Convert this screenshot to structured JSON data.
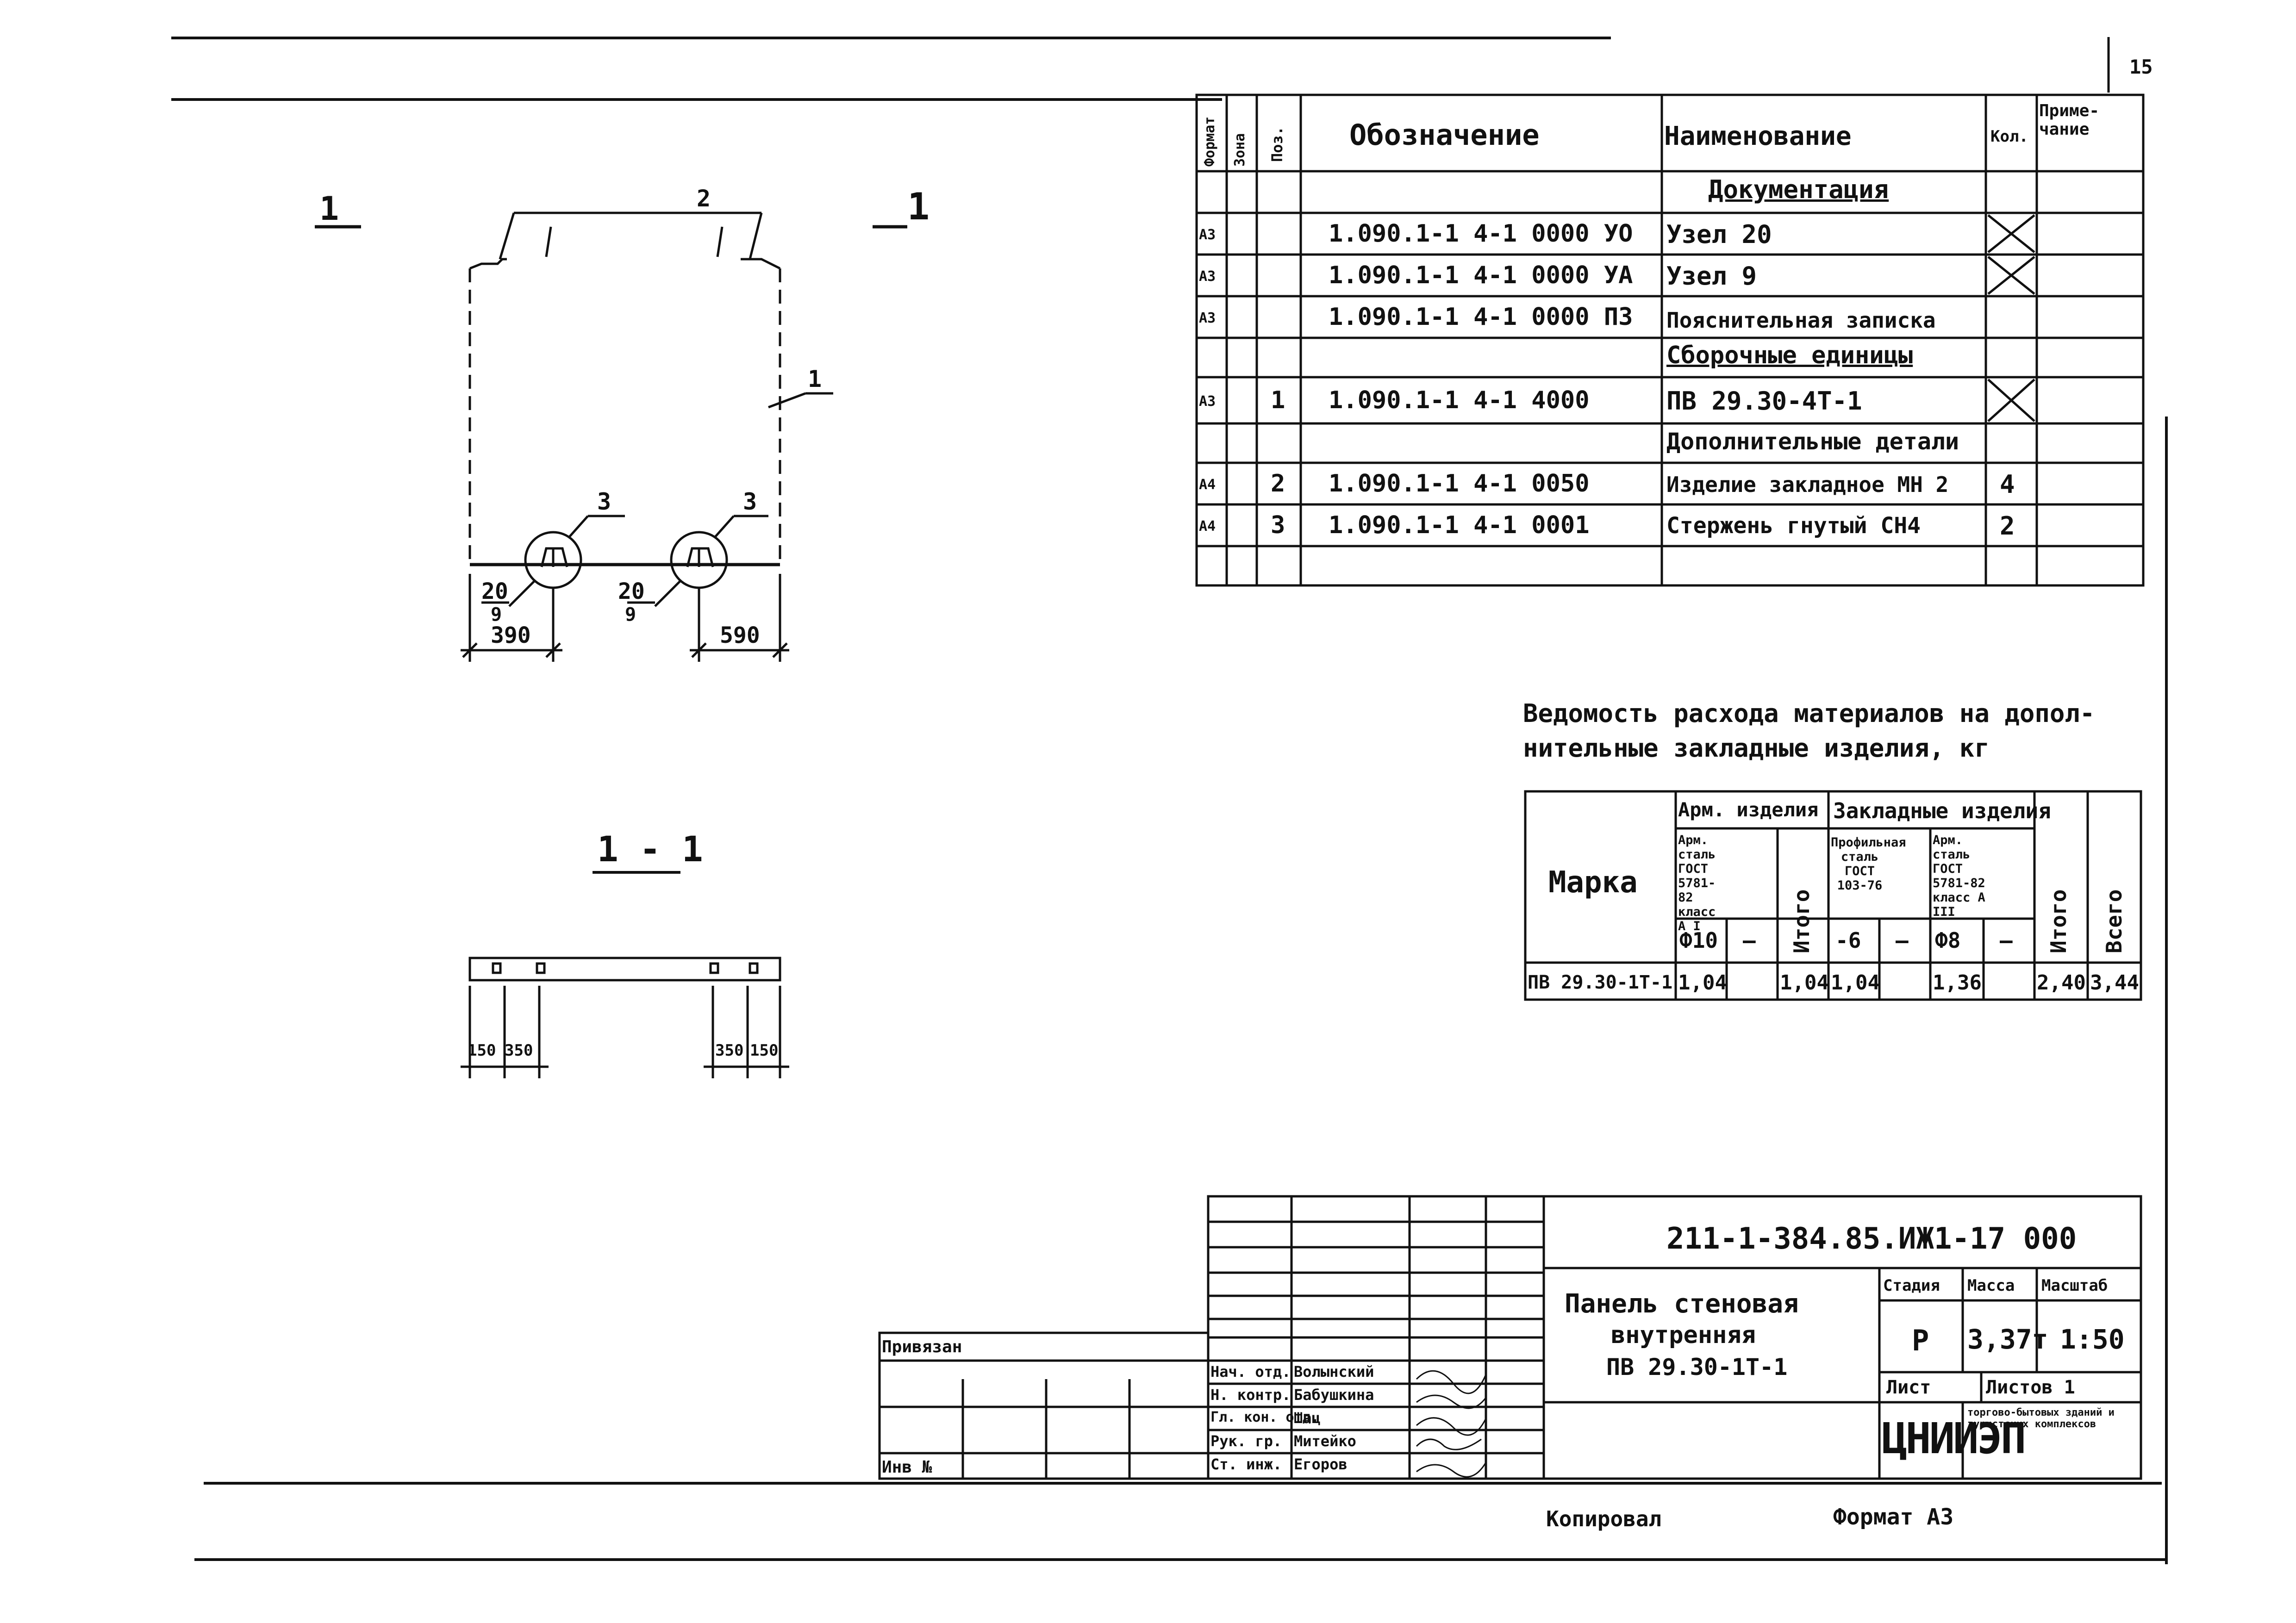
{
  "sheet": {
    "number": "15"
  },
  "drawing": {
    "section_mark_left": "1",
    "section_mark_right": "1",
    "callouts": {
      "top": "2",
      "side": "1",
      "node_left": "3",
      "node_right": "3"
    },
    "node_refs": {
      "left_num": "20",
      "left_den": "9",
      "right_num": "20",
      "right_den": "9"
    },
    "dims_top": {
      "left": "390",
      "right": "590"
    },
    "section_title": "1 - 1",
    "dims_bottom": [
      "150",
      "350",
      "350",
      "150"
    ]
  },
  "spec": {
    "headers": {
      "format": "Формат",
      "zone": "Зона",
      "pos": "Поз.",
      "designation": "Обозначение",
      "name": "Наименование",
      "qty": "Кол.",
      "note": "Приме-чание"
    },
    "sections": {
      "documentation": "Документация",
      "assemblies": "Сборочные единицы",
      "extra_parts": "Дополнительные детали"
    },
    "rows": [
      {
        "format": "А3",
        "pos": "",
        "designation": "1.090.1-1  4-1 0000 УО",
        "name": "Узел 20",
        "qty": ""
      },
      {
        "format": "А3",
        "pos": "",
        "designation": "1.090.1-1  4-1 0000 УА",
        "name": "Узел 9",
        "qty": ""
      },
      {
        "format": "А3",
        "pos": "",
        "designation": "1.090.1-1  4-1 0000 ПЗ",
        "name": "Пояснительная записка",
        "qty": ""
      },
      {
        "format": "А3",
        "pos": "1",
        "designation": "1.090.1-1  4-1 4000",
        "name": "ПВ 29.30-4Т-1",
        "qty": ""
      },
      {
        "format": "А4",
        "pos": "2",
        "designation": "1.090.1-1  4-1 0050",
        "name": "Изделие закладное МН 2",
        "qty": "4"
      },
      {
        "format": "А4",
        "pos": "3",
        "designation": "1.090.1-1  4-1 0001",
        "name": "Стержень гнутый СН4",
        "qty": "2"
      }
    ]
  },
  "materials": {
    "title_line1": "Ведомость расхода материалов на допол-",
    "title_line2": "нительные закладные изделия, кг",
    "head": {
      "mark": "Марка",
      "arm": "Арм. изделия",
      "embed": "Закладные изделия",
      "arm_steel1": "Арм. сталь ГОСТ 5781-82 класс А I",
      "profile": "Профильная сталь ГОСТ 103-76",
      "arm_steel2": "Арм. сталь ГОСТ 5781-82 класс А III",
      "total": "Итого",
      "grand": "Всего",
      "phi10": "Ф10",
      "dash": "–",
      "m6": "-6",
      "phi8": "Ф8"
    },
    "row": {
      "mark": "ПВ 29.30-1Т-1",
      "phi10": "1,04",
      "total1": "1,04",
      "m6": "1,04",
      "phi8": "1,36",
      "total2": "2,40",
      "grand": "3,44"
    }
  },
  "titleblock": {
    "code": "211-1-384.85.ИЖ1-17 000",
    "title_l1": "Панель стеновая",
    "title_l2": "внутренняя",
    "title_l3": "ПВ 29.30-1Т-1",
    "stage_label": "Стадия",
    "mass_label": "Масса",
    "scale_label": "Масштаб",
    "stage": "Р",
    "mass": "3,37т",
    "scale": "1:50",
    "sheet_label": "Лист",
    "sheets_label": "Листов 1",
    "org_logo": "ЦНИИЭП",
    "org_text": "торгово-бытовых зданий и туристских комплексов",
    "privyazan": "Привязан",
    "inv": "Инв №",
    "roles": [
      "Нач. отд.",
      "Н. контр.",
      "Гл. кон. отд.",
      "Рук. гр.",
      "Ст. инж."
    ],
    "names": [
      "Волынский",
      "Бабушкина",
      "Шац",
      "Митейко",
      "Егоров"
    ]
  },
  "footer": {
    "copied": "Копировал",
    "format": "Формат А3"
  }
}
